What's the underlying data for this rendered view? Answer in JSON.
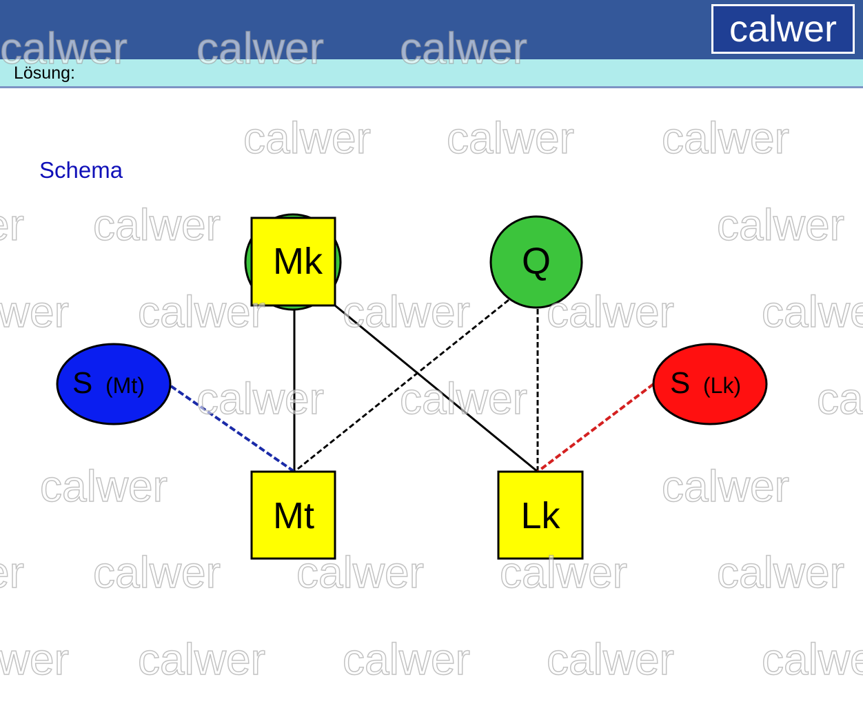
{
  "header": {
    "logo": "calwer"
  },
  "band": {
    "title": "Lösung:"
  },
  "main": {
    "subtitle": "Schema"
  },
  "diagram": {
    "nodes": {
      "mk": {
        "label": "Mk",
        "shape": "square-over-circle",
        "fill": "#ffff00",
        "circle_fill": "#3cc43c"
      },
      "q": {
        "label": "Q",
        "shape": "circle",
        "fill": "#3cc43c"
      },
      "smt": {
        "label": "S",
        "sub": "(Mt)",
        "shape": "ellipse",
        "fill": "#0a1ef0"
      },
      "slk": {
        "label": "S",
        "sub": "(Lk)",
        "shape": "ellipse",
        "fill": "#ff1010"
      },
      "mt": {
        "label": "Mt",
        "shape": "square",
        "fill": "#ffff00"
      },
      "lk": {
        "label": "Lk",
        "shape": "square",
        "fill": "#ffff00"
      }
    },
    "edges": [
      {
        "from": "Mk",
        "to": "Mt",
        "style": "solid",
        "color": "#000000"
      },
      {
        "from": "Mk",
        "to": "Lk",
        "style": "solid",
        "color": "#000000"
      },
      {
        "from": "Q",
        "to": "Mt",
        "style": "dashed",
        "color": "#000000"
      },
      {
        "from": "Q",
        "to": "Lk",
        "style": "dashed",
        "color": "#000000"
      },
      {
        "from": "S (Mt)",
        "to": "Mt",
        "style": "dashed",
        "color": "#1a2aa8"
      },
      {
        "from": "S (Lk)",
        "to": "Lk",
        "style": "dashed",
        "color": "#d42020"
      }
    ]
  },
  "watermark": "calwer"
}
